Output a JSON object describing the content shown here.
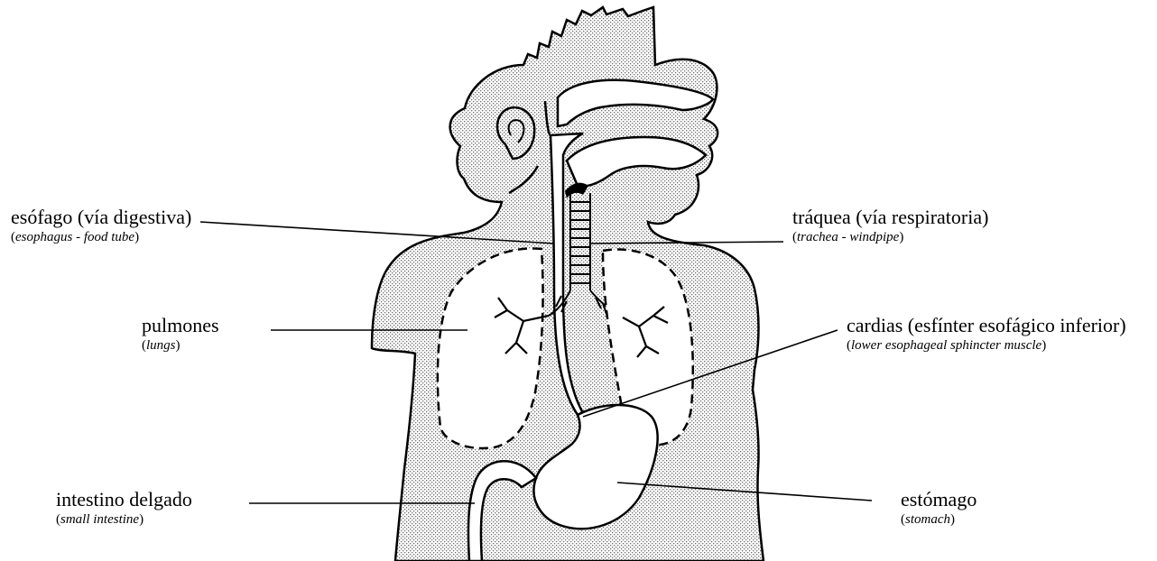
{
  "labels": {
    "esophagus": {
      "main": "esófago (vía digestiva)",
      "en": "esophagus - food tube"
    },
    "lungs": {
      "main": "pulmones",
      "en": "lungs"
    },
    "small_intestine": {
      "main": "intestino delgado",
      "en": "small intestine"
    },
    "trachea": {
      "main": "tráquea (vía respiratoria)",
      "en": "trachea - windpipe"
    },
    "cardia": {
      "main": "cardias (esfínter esofágico inferior)",
      "en": "lower esophageal sphincter  muscle"
    },
    "stomach": {
      "main": "estómago",
      "en": "stomach"
    }
  },
  "colors": {
    "ink": "#000000",
    "shading": "#bdbdbd",
    "paper": "#ffffff"
  }
}
